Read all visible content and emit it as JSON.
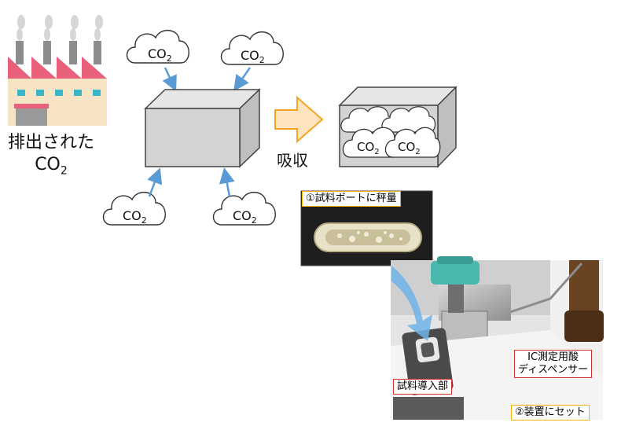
{
  "diagram": {
    "factory_label_line1": "排出された",
    "factory_label_line2": "CO",
    "factory_label_sub": "2",
    "co2_text": "CO",
    "co2_sub": "2",
    "absorb_label": "吸収",
    "step1_caption": "①試料ボートに秤量",
    "step2_caption": "②装置にセット",
    "inlet_caption": "試料導入部",
    "dispenser_caption_line1": "IC測定用酸",
    "dispenser_caption_line2": "ディスペンサー"
  },
  "colors": {
    "arrow_blue": "#5b9bd5",
    "factory_roof": "#e8607a",
    "factory_wall": "#f7e4c4",
    "factory_window": "#3ab6c8",
    "box_gray": "#d3d3d3",
    "absorb_arrow_fill": "#ffe4bf",
    "absorb_arrow_stroke": "#f5a623",
    "dispenser_cap": "#49b8ad"
  }
}
